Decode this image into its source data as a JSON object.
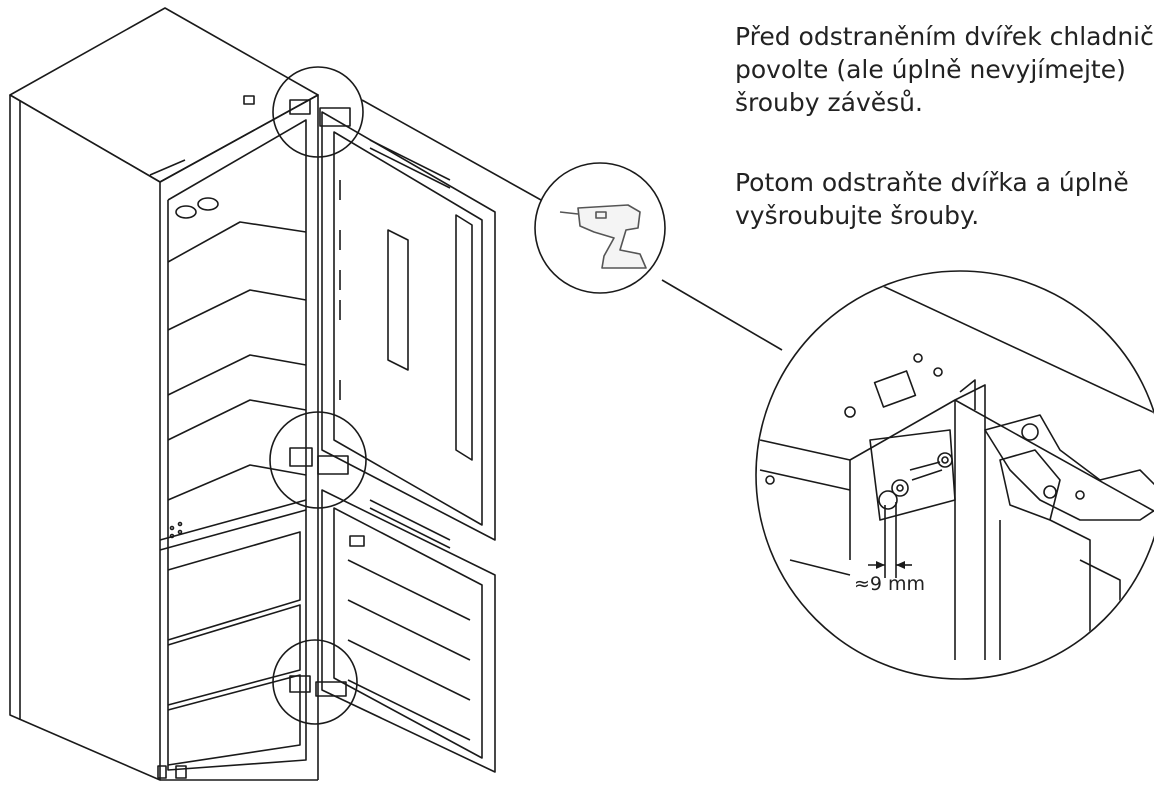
{
  "instructions": {
    "step1": {
      "line1": "Před odstraněním dvířek chladnič",
      "line2": "povolte (ale úplně nevyjímejte)",
      "line3": "šrouby závěsů."
    },
    "step2": {
      "line1": "Potom odstraňte dvířka a úplně",
      "line2": "vyšroubujte šrouby."
    }
  },
  "detail": {
    "dimension_label": "≈9 mm"
  },
  "icons": {
    "tool": "cordless-screwdriver-icon"
  },
  "colors": {
    "line": "#1a1a1a",
    "background": "#ffffff"
  }
}
